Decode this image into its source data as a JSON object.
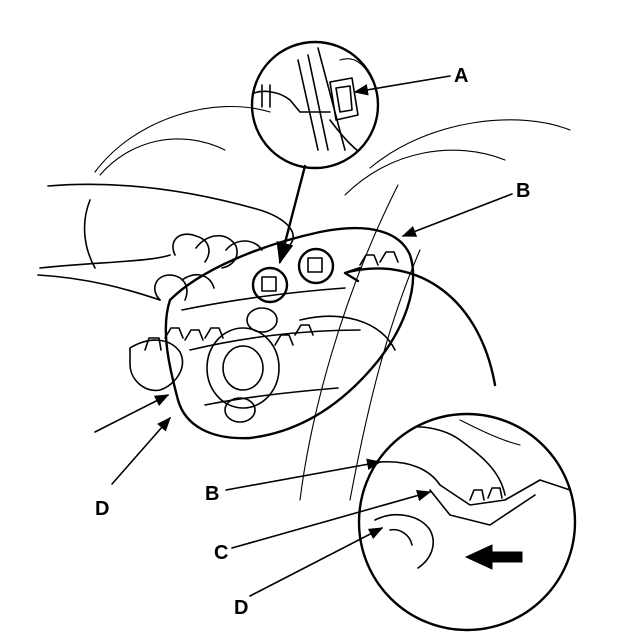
{
  "diagram": {
    "labels": {
      "a_top": "A",
      "b_top": "B",
      "b_bottom": "B",
      "c_bottom": "C",
      "d_left": "D",
      "d_bottom": "D"
    },
    "colors": {
      "ink": "#000000",
      "background": "#ffffff"
    },
    "icons": {
      "direction_arrow": "push-direction-arrow-icon"
    }
  }
}
